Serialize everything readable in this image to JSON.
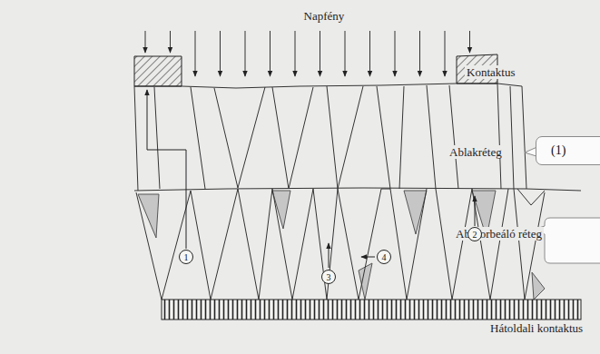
{
  "diagram": {
    "nodes": [
      {
        "text": [
          "(1)"
        ]
      },
      {
        "text": [
          "1"
        ]
      },
      {
        "text": [
          "2"
        ]
      },
      {
        "text": [
          "3"
        ]
      },
      {
        "text": [
          "4"
        ]
      }
    ],
    "labels": [
      "Napfény",
      "Kontaktus",
      "Ablakréteg",
      "Abszorbeáló réteg",
      "Hátoldali kontaktus"
    ]
  }
}
